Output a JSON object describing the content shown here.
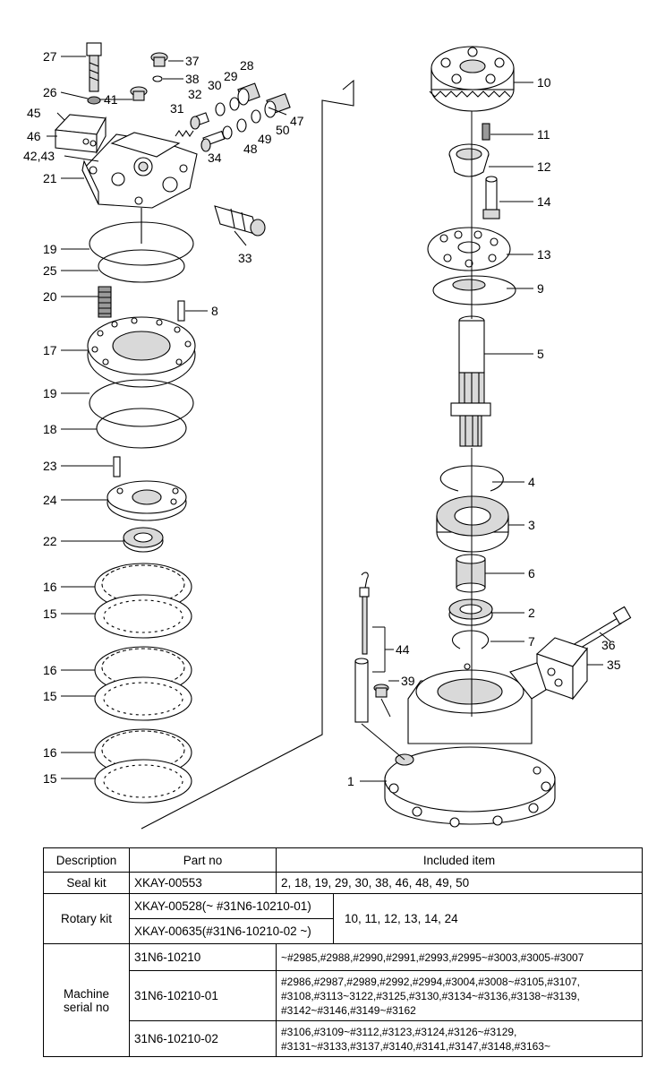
{
  "labels": {
    "l27": "27",
    "l37": "37",
    "l38": "38",
    "l28": "28",
    "l29": "29",
    "l30": "30",
    "l26": "26",
    "l41": "41",
    "l32": "32",
    "l31": "31",
    "l45": "45",
    "l47": "47",
    "l50": "50",
    "l46": "46",
    "l49": "49",
    "l48": "48",
    "l34": "34",
    "l4243": "42,43",
    "l21": "21",
    "l33": "33",
    "l19a": "19",
    "l25": "25",
    "l20": "20",
    "l8": "8",
    "l17": "17",
    "l19b": "19",
    "l18": "18",
    "l23": "23",
    "l24": "24",
    "l22": "22",
    "l16a": "16",
    "l15a": "15",
    "l16b": "16",
    "l15b": "15",
    "l16c": "16",
    "l15c": "15",
    "l10": "10",
    "l11": "11",
    "l12": "12",
    "l14": "14",
    "l13": "13",
    "l9": "9",
    "l5": "5",
    "l4": "4",
    "l3": "3",
    "l6": "6",
    "l2": "2",
    "l36": "36",
    "l7": "7",
    "l44": "44",
    "l35": "35",
    "l39": "39",
    "l1": "1"
  },
  "table": {
    "headers": [
      "Description",
      "Part no",
      "Included item"
    ],
    "seal_kit": {
      "desc": "Seal kit",
      "part": "XKAY-00553",
      "items": "2, 18, 19, 29, 30, 38, 46, 48, 49, 50"
    },
    "rotary_kit": {
      "desc": "Rotary kit",
      "part1": "XKAY-00528(~ #31N6-10210-01)",
      "part2": "XKAY-00635(#31N6-10210-02 ~)",
      "items": "10, 11, 12, 13, 14, 24"
    },
    "machine": {
      "desc1": "Machine",
      "desc2": "serial no",
      "rows": [
        {
          "part": "31N6-10210",
          "line1": "~#2985,#2988,#2990,#2991,#2993,#2995~#3003,#3005-#3007",
          "line2": ""
        },
        {
          "part": "31N6-10210-01",
          "line1": "#2986,#2987,#2989,#2992,#2994,#3004,#3008~#3105,#3107,",
          "line2": "#3108,#3113~3122,#3125,#3130,#3134~#3136,#3138~#3139,",
          "line3": "#3142~#3146,#3149~#3162"
        },
        {
          "part": "31N6-10210-02",
          "line1": "#3106,#3109~#3112,#3123,#3124,#3126~#3129,",
          "line2": "#3131~#3133,#3137,#3140,#3141,#3147,#3148,#3163~"
        }
      ]
    }
  }
}
